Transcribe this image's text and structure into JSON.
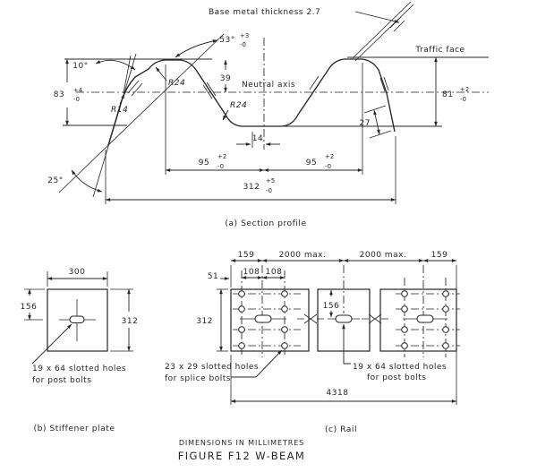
{
  "colors": {
    "ink": "#262626",
    "bg": "#fefefe"
  },
  "profile": {
    "caption": "(a) Section profile",
    "base_metal": "Base metal thickness 2.7",
    "traffic_face": "Traffic face",
    "neutral_axis": "Neutral axis",
    "angle53": "53°",
    "angle53_p": "+3",
    "angle53_m": "-0",
    "angle10": "10°",
    "angle25": "25°",
    "d39": "39",
    "d83": "83",
    "d83_p": "+4",
    "d83_m": "-0",
    "d81": "81",
    "d81_p": "+2",
    "d81_m": "-0",
    "d27": "27",
    "d14": "14",
    "d95": "95",
    "d95_p": "+2",
    "d95_m": "-0",
    "d312": "312",
    "d312_p": "+5",
    "d312_m": "-0",
    "r14": "R14",
    "r24": "R24"
  },
  "stiffener": {
    "caption": "(b) Stiffener plate",
    "d300": "300",
    "d156": "156",
    "d312": "312",
    "note1": "19 x 64 slotted holes",
    "note2": "for post bolts"
  },
  "rail": {
    "caption": "(c) Rail",
    "d159": "159",
    "d2000": "2000 max.",
    "d51": "51",
    "d108": "108",
    "d312": "312",
    "d156": "156",
    "d4318": "4318",
    "splice_note1": "23 x 29 slotted holes",
    "splice_note2": "for splice bolts",
    "post_note1": "19 x 64 slotted holes",
    "post_note2": "for post bolts"
  },
  "footer": {
    "units": "DIMENSIONS IN MILLIMETRES",
    "title": "FIGURE F12   W-BEAM"
  }
}
